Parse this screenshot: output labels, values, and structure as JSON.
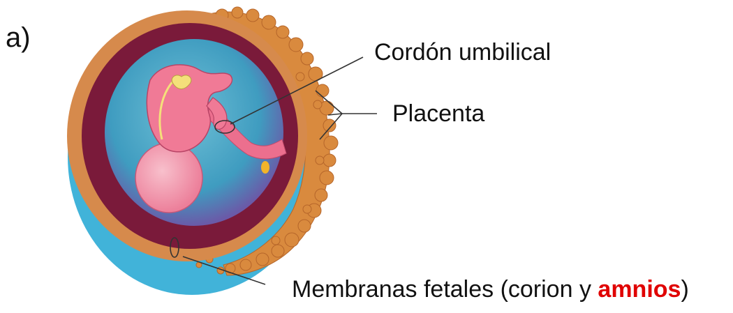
{
  "panel_letter": "a)",
  "labels": {
    "cordon": "Cordón umbilical",
    "placenta": "Placenta",
    "membranas_main": "Membranas fetales  (corion y ",
    "membranas_highlight": "amnios",
    "membranas_end": ")"
  },
  "colors": {
    "outer_chorion": "#d98c4a",
    "maroon_layer": "#7a1a3a",
    "amniotic_fluid": "#4aa6c8",
    "villi": "#d98a3e",
    "embryo": "#f07a96",
    "yolk": "#f2a0b4",
    "highlight_text": "#e00000"
  }
}
